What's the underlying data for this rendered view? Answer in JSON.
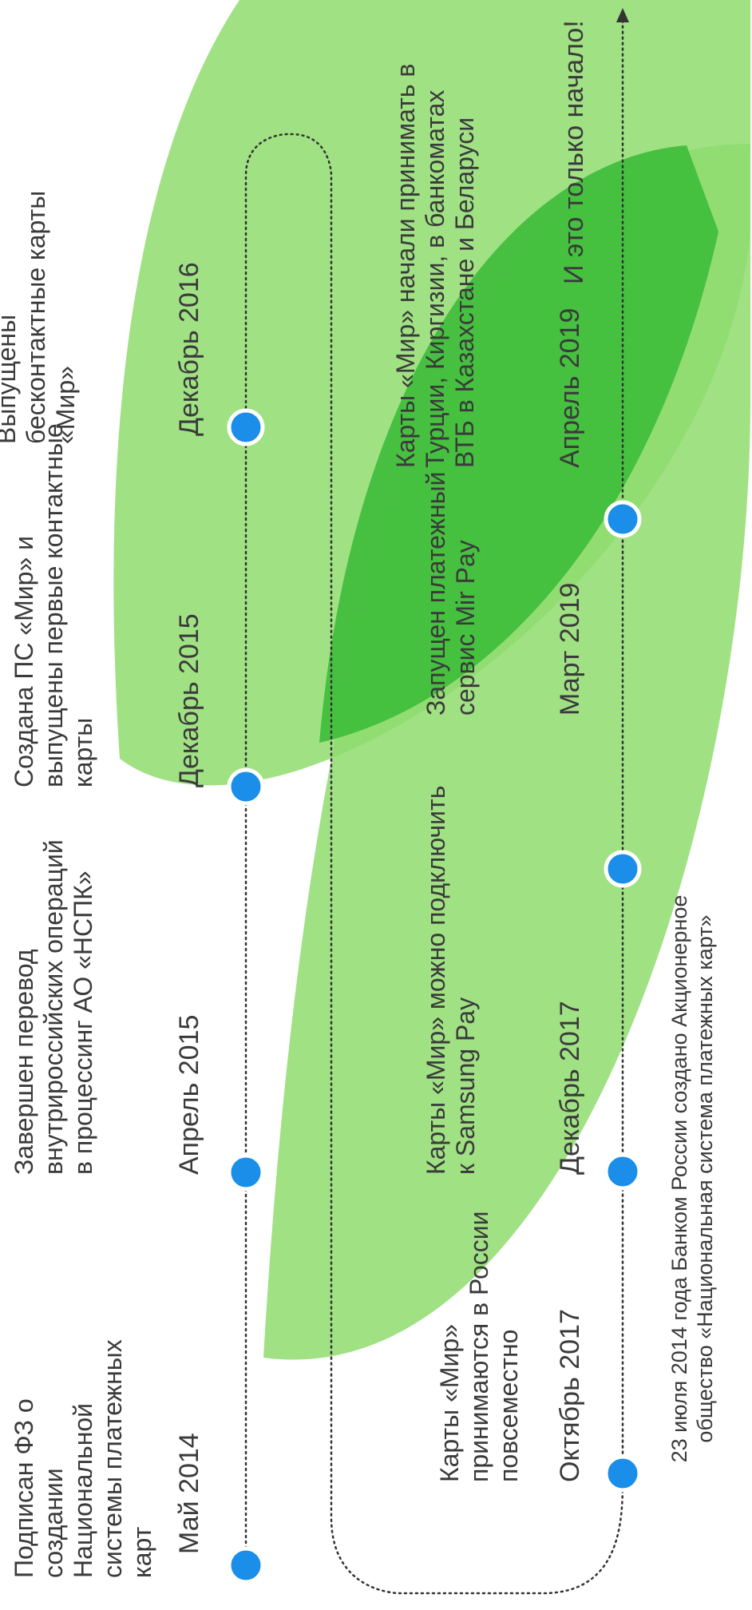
{
  "timeline": {
    "events": [
      {
        "date": "Май 2014",
        "text": "Подписан ФЗ о создании Национальной системы платежных карт"
      },
      {
        "date": "Апрель 2015",
        "text": "Завершен перевод внутрироссийских операций в процессинг АО «НСПК»"
      },
      {
        "date": "Декабрь 2015",
        "text": "Создана ПС «Мир» и выпущены первые контактные карты"
      },
      {
        "date": "Декабрь 2016",
        "text": "Выпущены бесконтактные карты «Мир»"
      },
      {
        "date": "Октябрь 2017",
        "text": "Карты «Мир» принимаются в России повсеместно"
      },
      {
        "date": "Декабрь 2017",
        "text": "Карты «Мир» можно подключить к Samsung Pay"
      },
      {
        "date": "Март 2019",
        "text": "Запущен платежный сервис Mir Pay"
      },
      {
        "date": "Апрель 2019",
        "text": "Карты «Мир» начали принимать в Турции, Киргизии, в банкоматах ВТБ в Казахстане и Беларуси"
      }
    ],
    "closing": "И это только начало!",
    "footnote": "23 июля 2014 года Банком России создано Акционерное общество «Национальная система платежных карт»"
  },
  "colors": {
    "dot": "#1a8ee8",
    "leaf_light": "#8fdc6e",
    "leaf_dark": "#3dbd3a",
    "text": "#3a3a3a"
  }
}
